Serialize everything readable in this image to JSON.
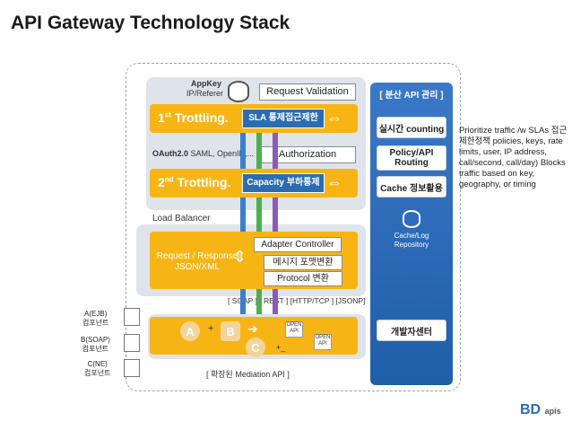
{
  "title": "API Gateway Technology Stack",
  "top_section": {
    "appkey": "AppKey",
    "ip_referer": "IP/Referer",
    "request_validation": "Request Validation",
    "throttle1_ord": "1",
    "throttle1_sup": "st",
    "throttle1_word": "Trottling.",
    "sla_badge": "SLA 통제접근제한",
    "oauth_bold": "OAuth2.0",
    "oauth_rest": "SAML, OpenID,...",
    "authorization": "Authorization",
    "throttle2_ord": "2",
    "throttle2_sup": "nd",
    "throttle2_word": "Trottling.",
    "capacity_badge": "Capacity 부하통제",
    "load_balancer": "Load Balancer"
  },
  "adapter_section": {
    "req_resp_line1": "Request / Response",
    "req_resp_line2": "JSON/XML",
    "adapter_controller": "Adapter Controller",
    "message_format": "메시지 포맷변환",
    "protocol_convert": "Protocol 변환",
    "protocols": "[ SOAP ] [ REST ] [HTTP/TCP ] [JSONP]"
  },
  "mediation": {
    "node_a": "A",
    "node_b": "B",
    "node_c": "C",
    "plus1": "+",
    "plus2": "+",
    "underscore": "_",
    "open_api_1_l1": "OPEN",
    "open_api_1_l2": "API",
    "open_api_2_l1": "OPEN",
    "open_api_2_l2": "API",
    "label": "[ 확장된 Mediation API ]"
  },
  "components": [
    {
      "name": "A(EJB)",
      "sub": "컴포넌트"
    },
    {
      "name": "B(SOAP)",
      "sub": "컴포넌트"
    },
    {
      "name": "C(NE)",
      "sub": "컴포넌트"
    }
  ],
  "right_column": {
    "header": "[ 분산 API 관리 ]",
    "realtime_counting": "실시간 counting",
    "policy_line1": "Policy/API",
    "policy_line2": "Routing",
    "cache_usage": "Cache 정보활용",
    "cache_log_line1": "Cache/Log",
    "cache_log_line2": "Repository",
    "dev_center": "개발자센터"
  },
  "sidebar_note": "Prioritize traffic /w SLAs 접근제한정책 policies, keys, rate limits, user, IP address, call/second, call/day) Blocks traffic based on key, geography, or timing",
  "logo": {
    "mark": "BD",
    "text": "apis"
  },
  "colors": {
    "orange": "#f7b515",
    "blue": "#2b6cb2",
    "panel": "#dfe4ea",
    "pipe_blue": "#3a7fd0",
    "pipe_green": "#4caf50",
    "pipe_purple": "#8e5ab8"
  }
}
